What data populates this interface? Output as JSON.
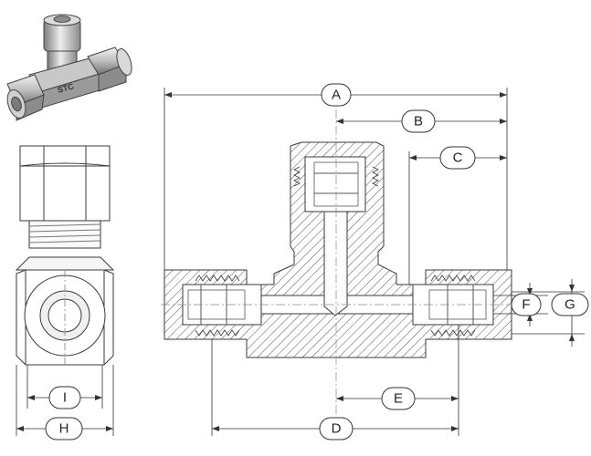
{
  "brand_mark": "STC",
  "dimension_labels": {
    "A": "A",
    "B": "B",
    "C": "C",
    "D": "D",
    "E": "E",
    "F": "F",
    "G": "G",
    "H": "H",
    "I": "I"
  },
  "colors": {
    "line": "#3a3a3a",
    "hatch": "#555555",
    "body_fill": "#ffffff",
    "metal_light": "#e6e6e6",
    "metal_mid": "#bdbdbd",
    "metal_dark": "#6e6e6e"
  }
}
